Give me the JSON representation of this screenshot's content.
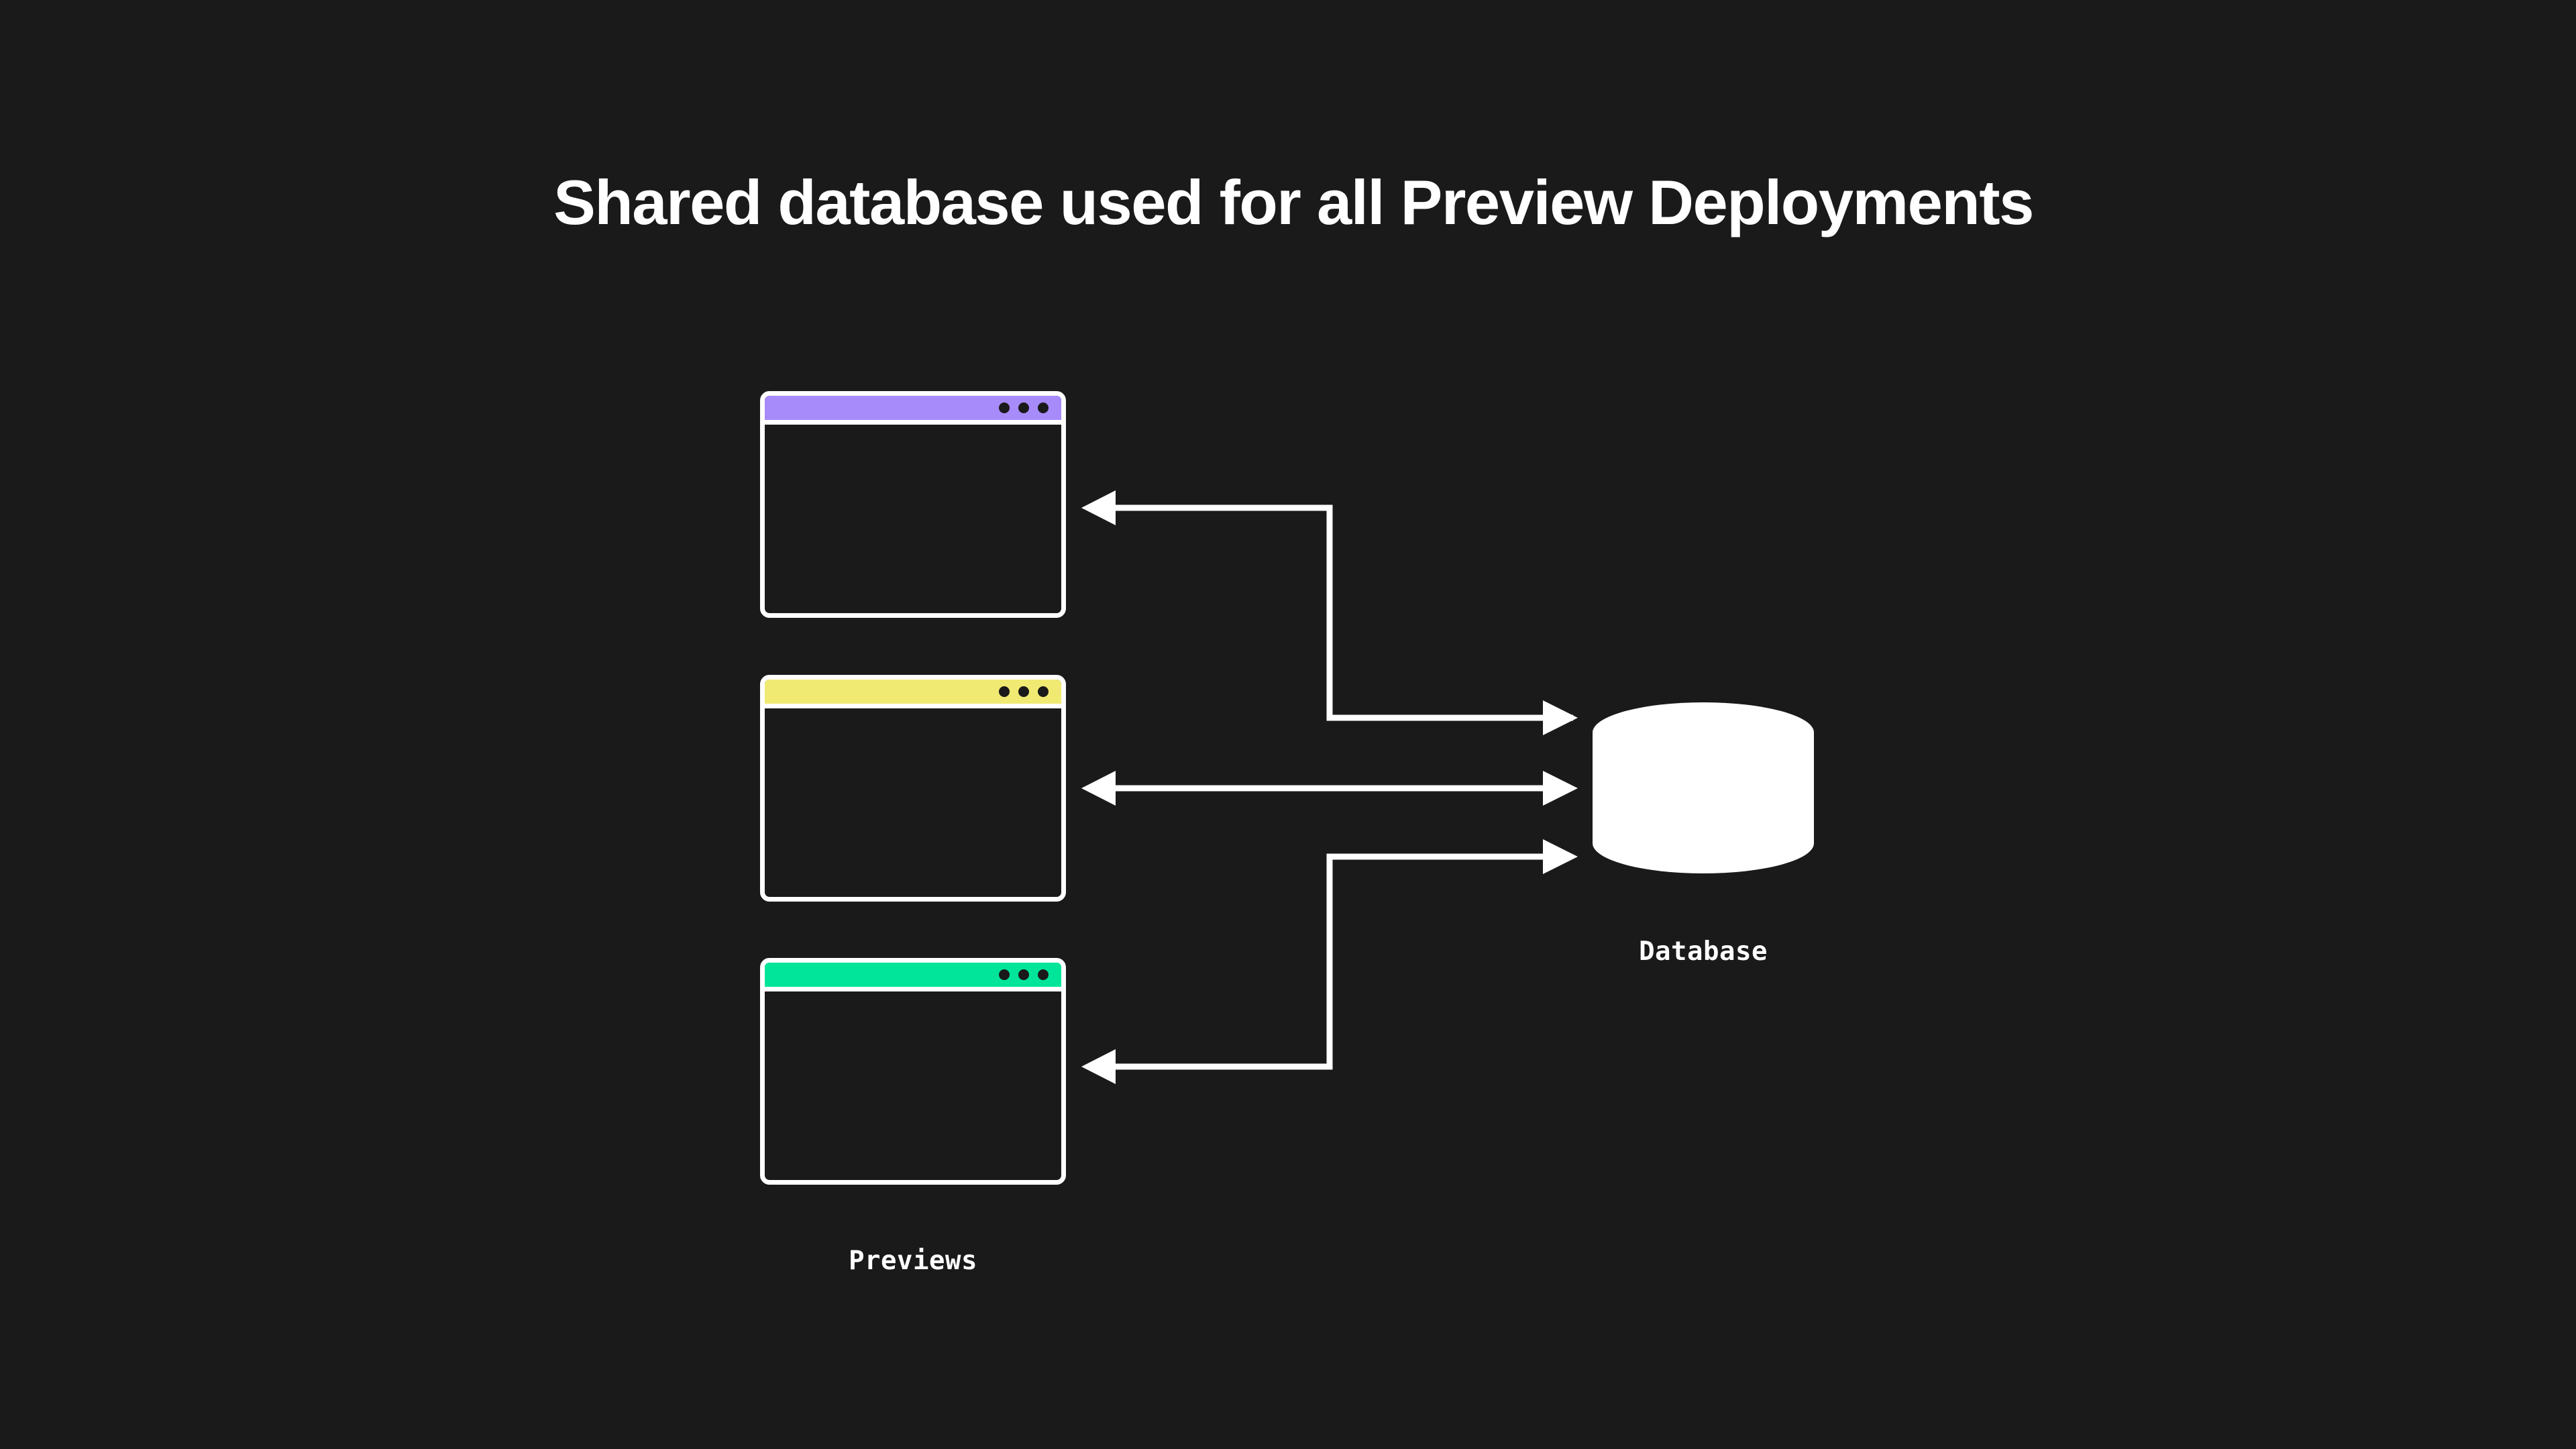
{
  "page": {
    "background_color": "#1a1a1a",
    "title": "Shared database used for all Preview Deployments",
    "title_color": "#ffffff"
  },
  "diagram": {
    "type": "architecture-diagram",
    "windows": [
      {
        "id": "purple",
        "titlebar_color": "#a78bfa",
        "border_color": "#ffffff",
        "body_color": "#1a1a1a",
        "dot_count": 3,
        "dot_color": "#1a1a1a"
      },
      {
        "id": "yellow",
        "titlebar_color": "#f0ea73",
        "border_color": "#ffffff",
        "body_color": "#1a1a1a",
        "dot_count": 3,
        "dot_color": "#1a1a1a"
      },
      {
        "id": "green",
        "titlebar_color": "#00e599",
        "border_color": "#ffffff",
        "body_color": "#1a1a1a",
        "dot_count": 3,
        "dot_color": "#1a1a1a"
      }
    ],
    "group_label": "Previews",
    "database": {
      "label": "Database",
      "shape": "cylinder",
      "fill_color": "#ffffff"
    },
    "connectors": [
      {
        "id": "db-to-purple",
        "from": "database",
        "to": "purple-window",
        "direction": "one-way",
        "arrow_at": "purple-window",
        "routing": "orthogonal"
      },
      {
        "id": "yellow-to-db",
        "from": "yellow-window",
        "to": "database",
        "direction": "bidirectional",
        "arrow_at": "both",
        "routing": "straight"
      },
      {
        "id": "green-to-db",
        "from": "green-window",
        "to": "database",
        "direction": "one-way",
        "arrow_at": "database",
        "routing": "orthogonal"
      },
      {
        "id": "db-inbound-top",
        "from": "purple-window",
        "to": "database",
        "direction": "one-way",
        "arrow_at": "database",
        "routing": "orthogonal"
      }
    ],
    "connector_color": "#ffffff"
  }
}
